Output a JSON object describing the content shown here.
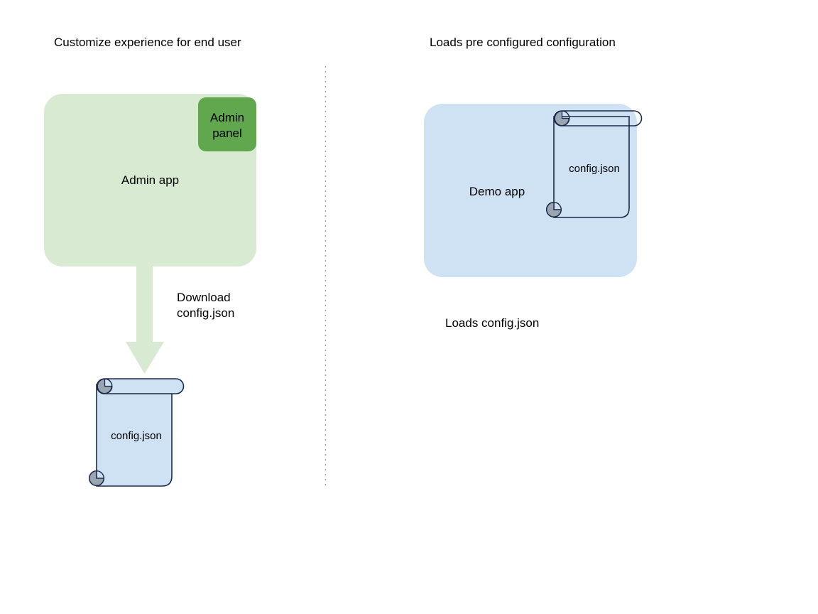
{
  "diagram": {
    "title_left": "Customize experience for end user",
    "title_right": "Loads pre configured configuration",
    "divider": "vertical-dotted-divider",
    "colors": {
      "admin_app_fill": "#d9ead3",
      "admin_panel_fill": "#60a74e",
      "demo_app_fill": "#cfe2f3",
      "scroll_fill": "#cfe2f3",
      "scroll_stroke": "#1b2a4a",
      "scroll_roll_fill": "#9aa5b1",
      "arrow_fill": "#d9ead3",
      "divider_color": "#9e9e9e",
      "text": "#000000"
    }
  },
  "left_panel": {
    "admin_app": {
      "label": "Admin app",
      "panel": {
        "line1": "Admin",
        "line2": "panel"
      }
    },
    "arrow": {
      "label_line1": "Download",
      "label_line2": "config.json",
      "direction": "down"
    },
    "scroll": {
      "label": "config.json"
    }
  },
  "right_panel": {
    "demo_app": {
      "label": "Demo app"
    },
    "scroll": {
      "label": "config.json"
    },
    "caption": "Loads config.json"
  }
}
